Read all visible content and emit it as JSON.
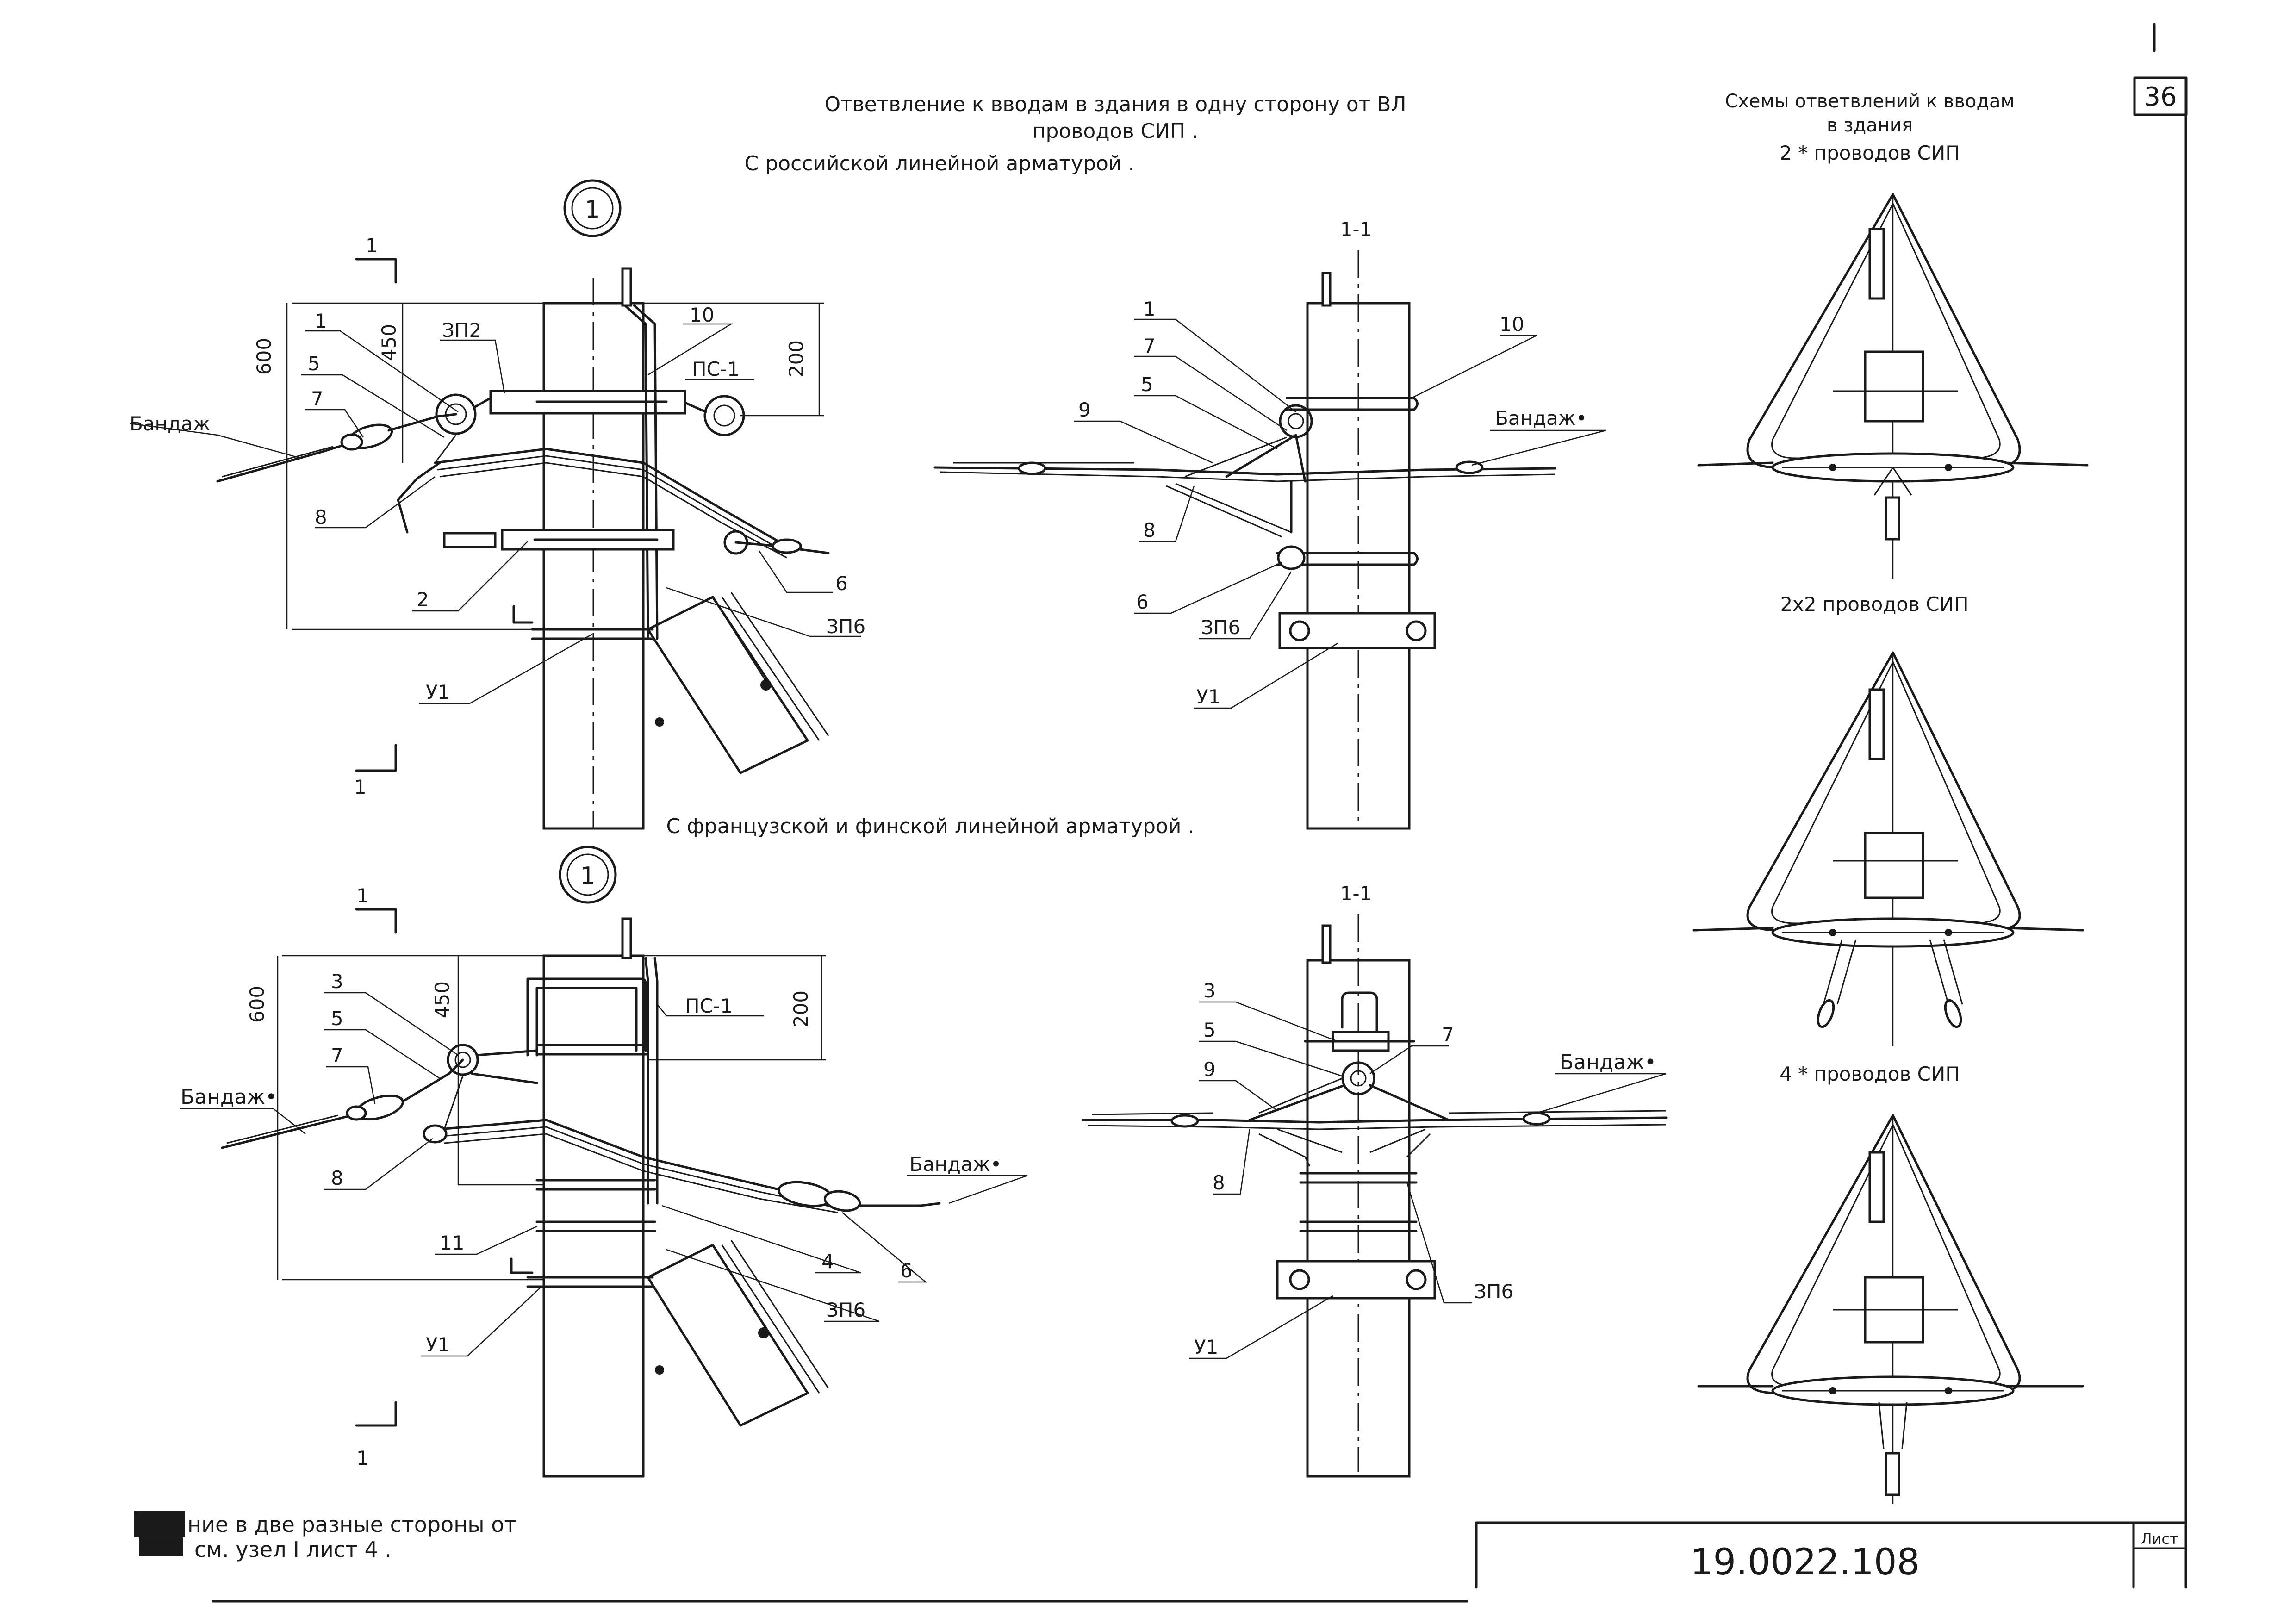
{
  "header": {
    "title_line1": "Ответвление к вводам в здания в одну сторону от ВЛ",
    "title_line2": "проводов СИП .",
    "subtitle_russian": "С российской линейной арматурой .",
    "subtitle_french": "С французской и финской линейной арматурой ."
  },
  "schemes": {
    "title_line1": "Схемы ответвлений к вводам",
    "title_line2": "в здания",
    "scheme1": "2 * проводов СИП",
    "scheme2": "2x2 проводов СИП",
    "scheme3": "4 * проводов СИП"
  },
  "node": {
    "marker": "1"
  },
  "section": {
    "label": "1-1",
    "cut": "1"
  },
  "labels": {
    "bandazh": "Бандаж",
    "bandazh_dot": "Бандаж•",
    "zp2": "ЗП2",
    "zp6": "ЗП6",
    "ps1": "ПС-1",
    "u1": "У1",
    "n1": "1",
    "n2": "2",
    "n3": "3",
    "n4": "4",
    "n5": "5",
    "n6": "6",
    "n7": "7",
    "n8": "8",
    "n9": "9",
    "n10": "10",
    "n11": "11"
  },
  "dims": {
    "d600": "600",
    "d450": "450",
    "d200": "200"
  },
  "note": {
    "line1": "ние в две разные стороны от",
    "line2": "см. узел I лист 4 ."
  },
  "stamp": {
    "code": "19.0022.108",
    "sheet_label": "Лист",
    "sheet_number": "36"
  }
}
